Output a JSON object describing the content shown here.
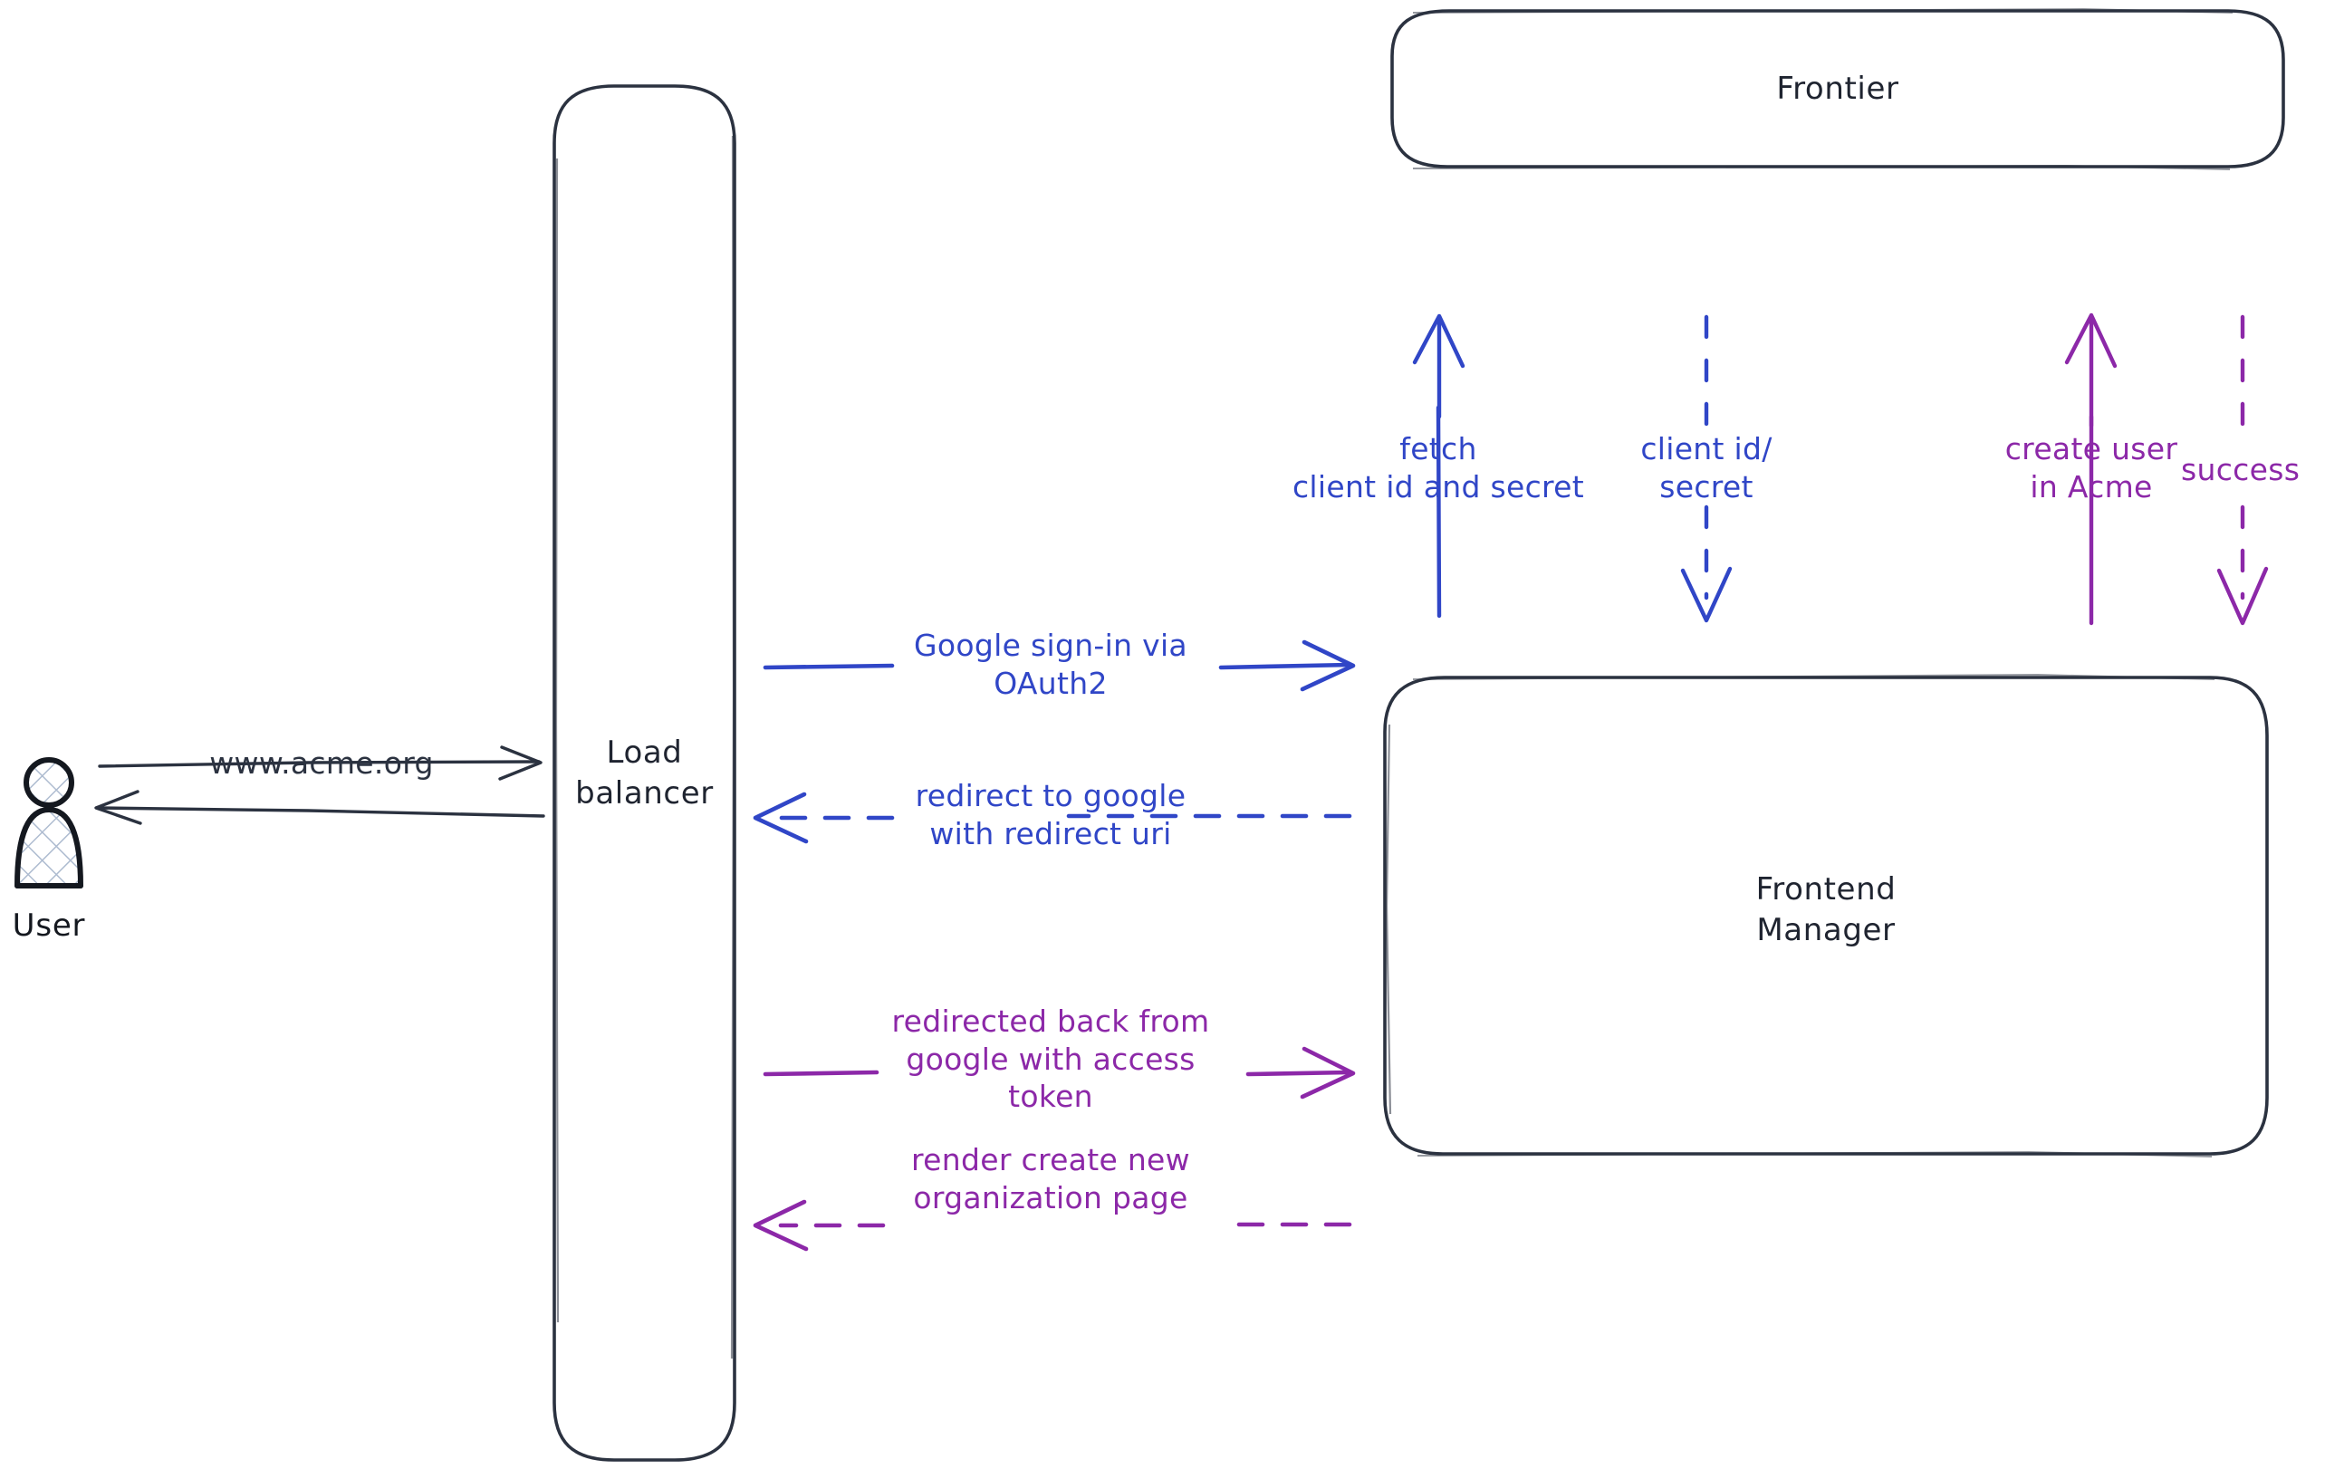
{
  "diagram": {
    "type": "architecture-sequence-diagram",
    "background_color": "#ffffff",
    "colors": {
      "node_stroke": "#2b3240",
      "node_fill": "#ffffff",
      "blue_flow": "#3046c7",
      "purple_flow": "#8c28a8",
      "dark_flow": "#2b3240",
      "user_hatch": "#aebcd0"
    }
  },
  "actors": {
    "user": {
      "caption": "User",
      "icon": "person-icon"
    }
  },
  "nodes": [
    {
      "id": "load-balancer",
      "label": "Load\nbalancer"
    },
    {
      "id": "frontier",
      "label": "Frontier"
    },
    {
      "id": "frontend-manager",
      "label": "Frontend\nManager"
    }
  ],
  "edges": [
    {
      "id": "user-to-lb",
      "from": "user",
      "to": "load-balancer",
      "label": "www.acme.org",
      "color": "dark",
      "style": "solid",
      "direction": "right"
    },
    {
      "id": "lb-to-user",
      "from": "load-balancer",
      "to": "user",
      "label": "",
      "color": "dark",
      "style": "solid",
      "direction": "left"
    },
    {
      "id": "lb-to-fm-signin",
      "from": "load-balancer",
      "to": "frontend-manager",
      "label": "Google sign-in via\nOAuth2",
      "color": "blue",
      "style": "solid",
      "direction": "right"
    },
    {
      "id": "fm-to-lb-redirect",
      "from": "frontend-manager",
      "to": "load-balancer",
      "label": "redirect to google\nwith redirect uri",
      "color": "blue",
      "style": "dashed",
      "direction": "left"
    },
    {
      "id": "lb-to-fm-token",
      "from": "load-balancer",
      "to": "frontend-manager",
      "label": "redirected back from\ngoogle with access\ntoken",
      "color": "purple",
      "style": "solid",
      "direction": "right"
    },
    {
      "id": "fm-to-lb-render",
      "from": "frontend-manager",
      "to": "load-balancer",
      "label": "render create new\norganization page",
      "color": "purple",
      "style": "dashed",
      "direction": "left"
    },
    {
      "id": "fm-to-frontier-fetch",
      "from": "frontend-manager",
      "to": "frontier",
      "label": "fetch\nclient id and secret",
      "color": "blue",
      "style": "solid",
      "direction": "up"
    },
    {
      "id": "frontier-to-fm-creds",
      "from": "frontier",
      "to": "frontend-manager",
      "label": "client id/\nsecret",
      "color": "blue",
      "style": "dashed",
      "direction": "down"
    },
    {
      "id": "fm-to-frontier-create-user",
      "from": "frontend-manager",
      "to": "frontier",
      "label": "create user\nin Acme",
      "color": "purple",
      "style": "solid",
      "direction": "up"
    },
    {
      "id": "frontier-to-fm-success",
      "from": "frontier",
      "to": "frontend-manager",
      "label": "success",
      "color": "purple",
      "style": "dashed",
      "direction": "down"
    }
  ]
}
